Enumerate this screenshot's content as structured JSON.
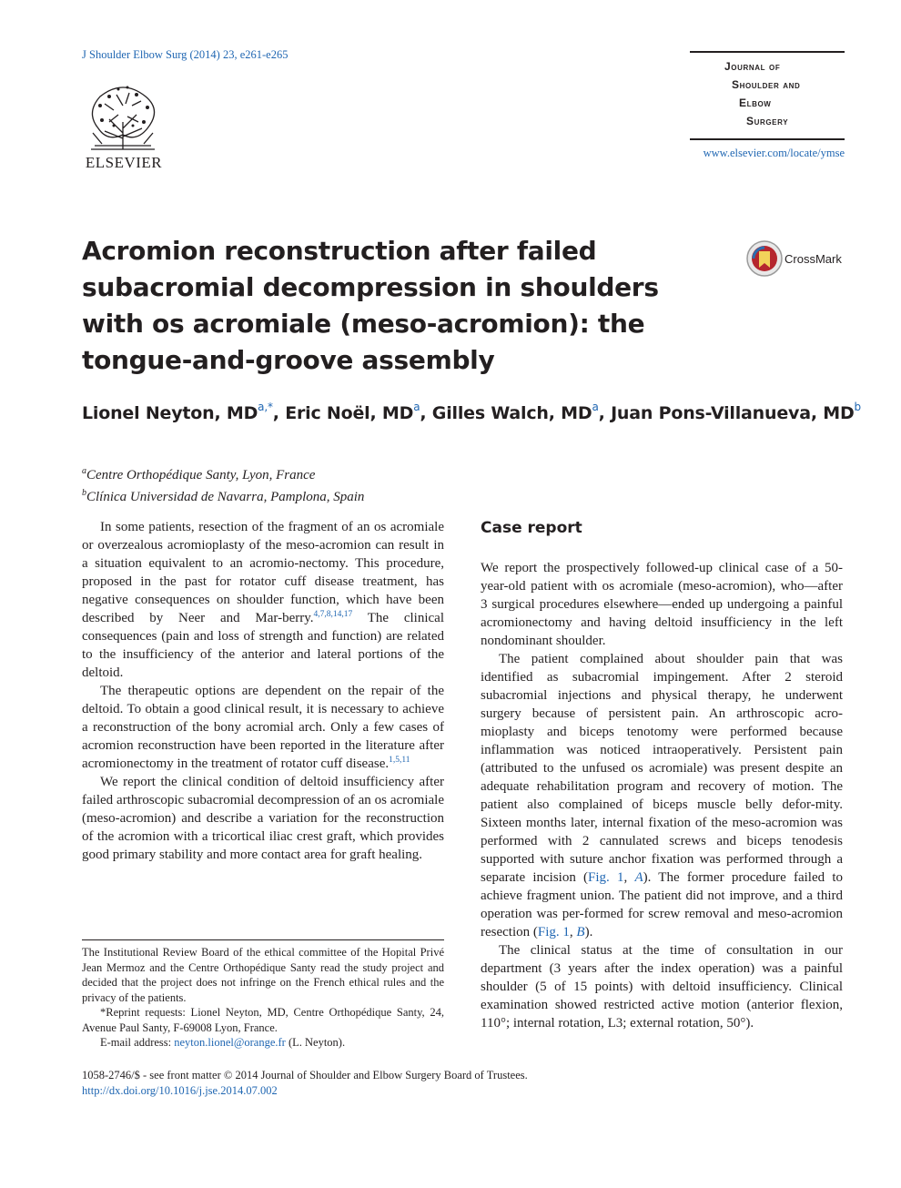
{
  "header": {
    "citation": "J Shoulder Elbow Surg (2014) 23, e261-e265",
    "publisher": "ELSEVIER",
    "journal_name_lines": [
      "Journal of",
      "Shoulder and",
      "Elbow",
      "Surgery"
    ],
    "journal_url": "www.elsevier.com/locate/ymse",
    "crossmark_label": "CrossMark"
  },
  "article": {
    "title": "Acromion reconstruction after failed subacromial decompression in shoulders with os acromiale (meso-acromion): the tongue-and-groove assembly",
    "authors": [
      {
        "name": "Lionel Neyton, MD",
        "sup": "a,*",
        "sep": ", "
      },
      {
        "name": "Eric Noël, MD",
        "sup": "a",
        "sep": ", "
      },
      {
        "name": "Gilles Walch, MD",
        "sup": "a",
        "sep": ", "
      },
      {
        "name": "Juan Pons-Villanueva, MD",
        "sup": "b",
        "sep": ""
      }
    ],
    "affiliations": [
      {
        "mark": "a",
        "text": "Centre Orthopédique Santy, Lyon, France"
      },
      {
        "mark": "b",
        "text": "Clínica Universidad de Navarra, Pamplona, Spain"
      }
    ]
  },
  "intro": {
    "p1a": "In some patients, resection of the fragment of an os acromiale or overzealous acromioplasty of the meso-acromion can result in a situation equivalent to an acromio-nectomy. This procedure, proposed in the past for rotator cuff disease treatment, has negative consequences on shoulder function, which have been described by Neer and Mar-berry.",
    "p1_refs": "4,7,8,14,17",
    "p1b": " The clinical consequences (pain and loss of strength and function) are related to the insufficiency of the anterior and lateral portions of the deltoid.",
    "p2a": "The therapeutic options are dependent on the repair of the deltoid. To obtain a good clinical result, it is necessary to achieve a reconstruction of the bony acromial arch. Only a few cases of acromion reconstruction have been reported in the literature after acromionectomy in the treatment of rotator cuff disease.",
    "p2_refs": "1,5,11",
    "p3": "We report the clinical condition of deltoid insufficiency after failed arthroscopic subacromial decompression of an os acromiale (meso-acromion) and describe a variation for the reconstruction of the acromion with a tricortical iliac crest graft, which provides good primary stability and more contact area for graft healing."
  },
  "case_report": {
    "heading": "Case report",
    "p1": "We report the prospectively followed-up clinical case of a 50-year-old patient with os acromiale (meso-acromion), who—after 3 surgical procedures elsewhere—ended up undergoing a painful acromionectomy and having deltoid insufficiency in the left nondominant shoulder.",
    "p2a": "The patient complained about shoulder pain that was identified as subacromial impingement. After 2 steroid subacromial injections and physical therapy, he underwent surgery because of persistent pain. An arthroscopic acro-mioplasty and biceps tenotomy were performed because inflammation was noticed intraoperatively. Persistent pain (attributed to the unfused os acromiale) was present despite an adequate rehabilitation program and recovery of motion. The patient also complained of biceps muscle belly defor-mity. Sixteen months later, internal fixation of the meso-acromion was performed with 2 cannulated screws and biceps tenodesis supported with suture anchor fixation was performed through a separate incision (",
    "fig_ref": "Fig. 1",
    "fig1a_sep": ", ",
    "fig1a_panel": "A",
    "p2b": "). The former procedure failed to achieve fragment union. The patient did not improve, and a third operation was per-formed for screw removal and meso-acromion resection (",
    "fig1b_sep": ", ",
    "fig1b_panel": "B",
    "p2c": ").",
    "p3": "The clinical status at the time of consultation in our department (3 years after the index operation) was a painful shoulder (5 of 15 points) with deltoid insufficiency. Clinical examination showed restricted active motion (anterior flexion, 110°; internal rotation, L3; external rotation, 50°)."
  },
  "footnotes": {
    "irb": "The Institutional Review Board of the ethical committee of the Hopital Privé Jean Mermoz and the Centre Orthopédique Santy read the study project and decided that the project does not infringe on the French ethical rules and the privacy of the patients.",
    "reprint": "*Reprint requests: Lionel Neyton, MD, Centre Orthopédique Santy, 24, Avenue Paul Santy, F-69008 Lyon, France.",
    "email_label": "E-mail address: ",
    "email": "neyton.lionel@orange.fr",
    "email_suffix": " (L. Neyton)."
  },
  "bottom": {
    "issn": "1058-2746/$ - see front matter © 2014 Journal of Shoulder and Elbow Surgery Board of Trustees.",
    "doi": "http://dx.doi.org/10.1016/j.jse.2014.07.002"
  },
  "colors": {
    "link": "#1f66b2",
    "text": "#231f20",
    "crossmark_red": "#b5262e"
  }
}
